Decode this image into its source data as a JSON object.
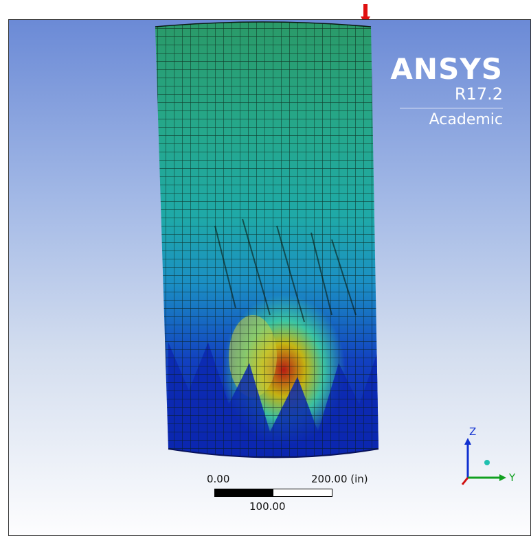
{
  "logo": {
    "name": "ANSYS",
    "release": "R17.2",
    "edition": "Academic"
  },
  "scale": {
    "left": "0.00",
    "right": "200.00 (in)",
    "middle": "100.00"
  },
  "triad": {
    "z_label": "Z",
    "y_label": "Y"
  },
  "colors": {
    "background_top": "#6b8ad6",
    "background_bottom": "#fdfdfe",
    "load_arrow": "#e01010",
    "mesh_line": "#0a1a10",
    "contour_low": "#0a20b0",
    "contour_high": "#d01800"
  }
}
